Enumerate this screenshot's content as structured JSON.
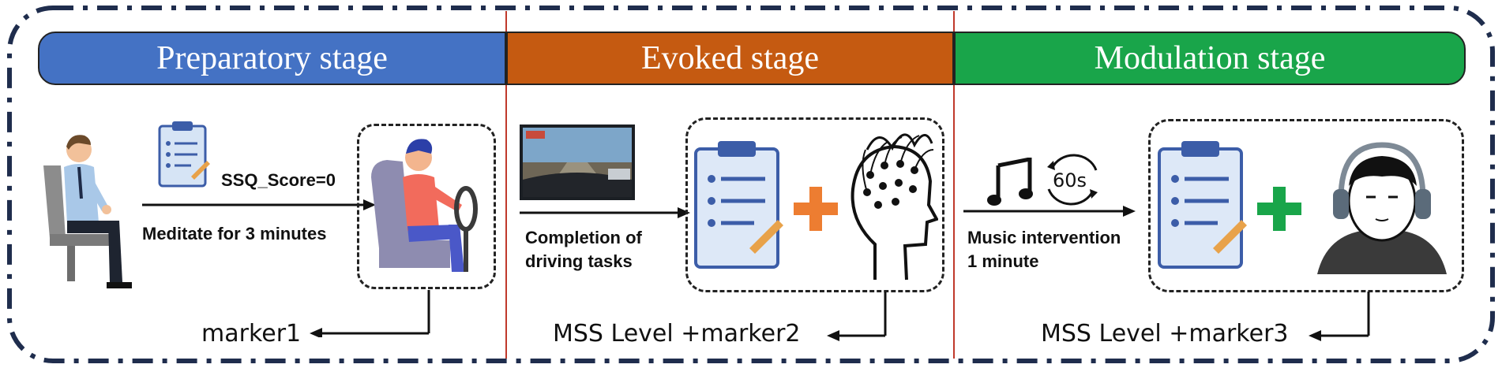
{
  "stages": [
    {
      "title": "Preparatory stage",
      "color": "#4472C4"
    },
    {
      "title": "Evoked stage",
      "color": "#C55A11"
    },
    {
      "title": "Modulation stage",
      "color": "#19A54A"
    }
  ],
  "labels": {
    "ssq": "SSQ_Score=0",
    "meditate": "Meditate for 3 minutes",
    "driving_1": "Completion of",
    "driving_2": "driving tasks",
    "music_1": "Music intervention",
    "music_2": "1 minute",
    "timer": "60s"
  },
  "markers": {
    "m1": "marker1",
    "m2": "MSS Level +marker2",
    "m3": "MSS Level +marker3"
  },
  "colors": {
    "plus_orange": "#ED7D31",
    "plus_green": "#19A54A",
    "frame": "#1F2D4D",
    "divider": "#C0392B"
  },
  "icons": [
    "seated-person-icon",
    "clipboard-icon",
    "driver-icon",
    "driving-screen-icon",
    "brain-eeg-icon",
    "music-note-icon",
    "timer-icon",
    "headphones-person-icon"
  ]
}
